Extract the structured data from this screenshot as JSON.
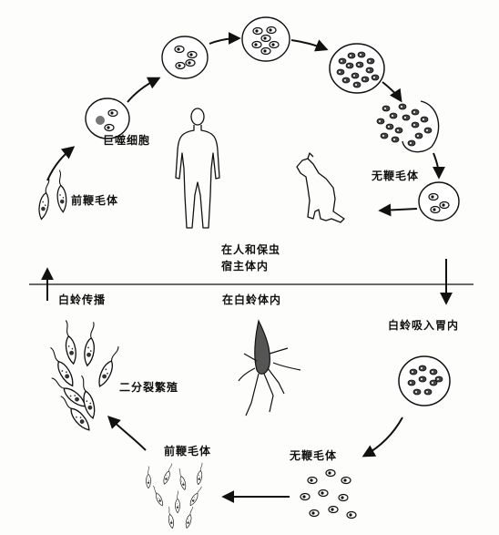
{
  "labels": {
    "macrophage": "巨噬细胞",
    "promastigote_host": "前鞭毛体",
    "amastigote_host": "无鞭毛体",
    "host_line1": "在人和保虫",
    "host_line2": "宿主体内",
    "sandfly_transmit": "白蛉传播",
    "in_sandfly": "在白蛉体内",
    "sandfly_ingest": "白蛉吸入胃内",
    "binary_fission": "二分裂繁殖",
    "promastigote_fly": "前鞭毛体",
    "amastigote_fly": "无鞭毛体"
  }
}
